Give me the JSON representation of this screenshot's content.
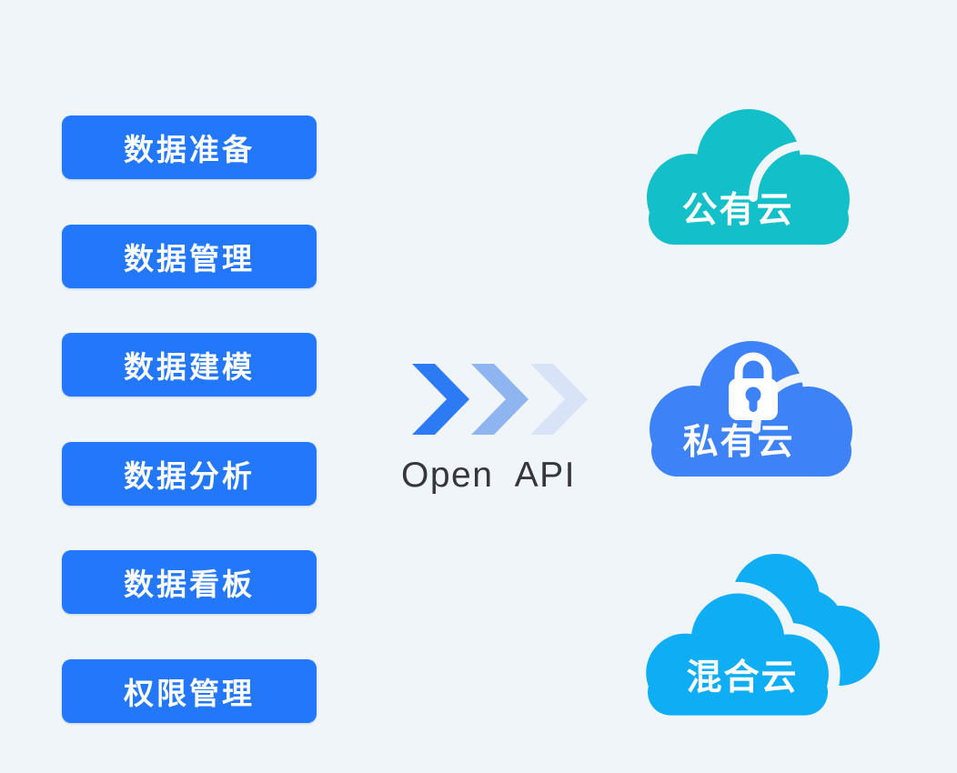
{
  "page": {
    "background": "#f0f5fa"
  },
  "modules": {
    "color": "#2277fb",
    "items": [
      {
        "label": "数据准备"
      },
      {
        "label": "数据管理"
      },
      {
        "label": "数据建模"
      },
      {
        "label": "数据分析"
      },
      {
        "label": "数据看板"
      },
      {
        "label": "权限管理"
      }
    ]
  },
  "connector": {
    "label": "Open API",
    "chevron_colors": [
      "#2d7bf4",
      "#8fb5f0",
      "#d9e3f8"
    ]
  },
  "clouds": [
    {
      "label": "公有云",
      "color": "#13bfc8",
      "badge": ""
    },
    {
      "label": "私有云",
      "color": "#3e82f7",
      "badge": "lock-icon"
    },
    {
      "label": "混合云",
      "color": "#0fadf4",
      "badge": ""
    }
  ]
}
